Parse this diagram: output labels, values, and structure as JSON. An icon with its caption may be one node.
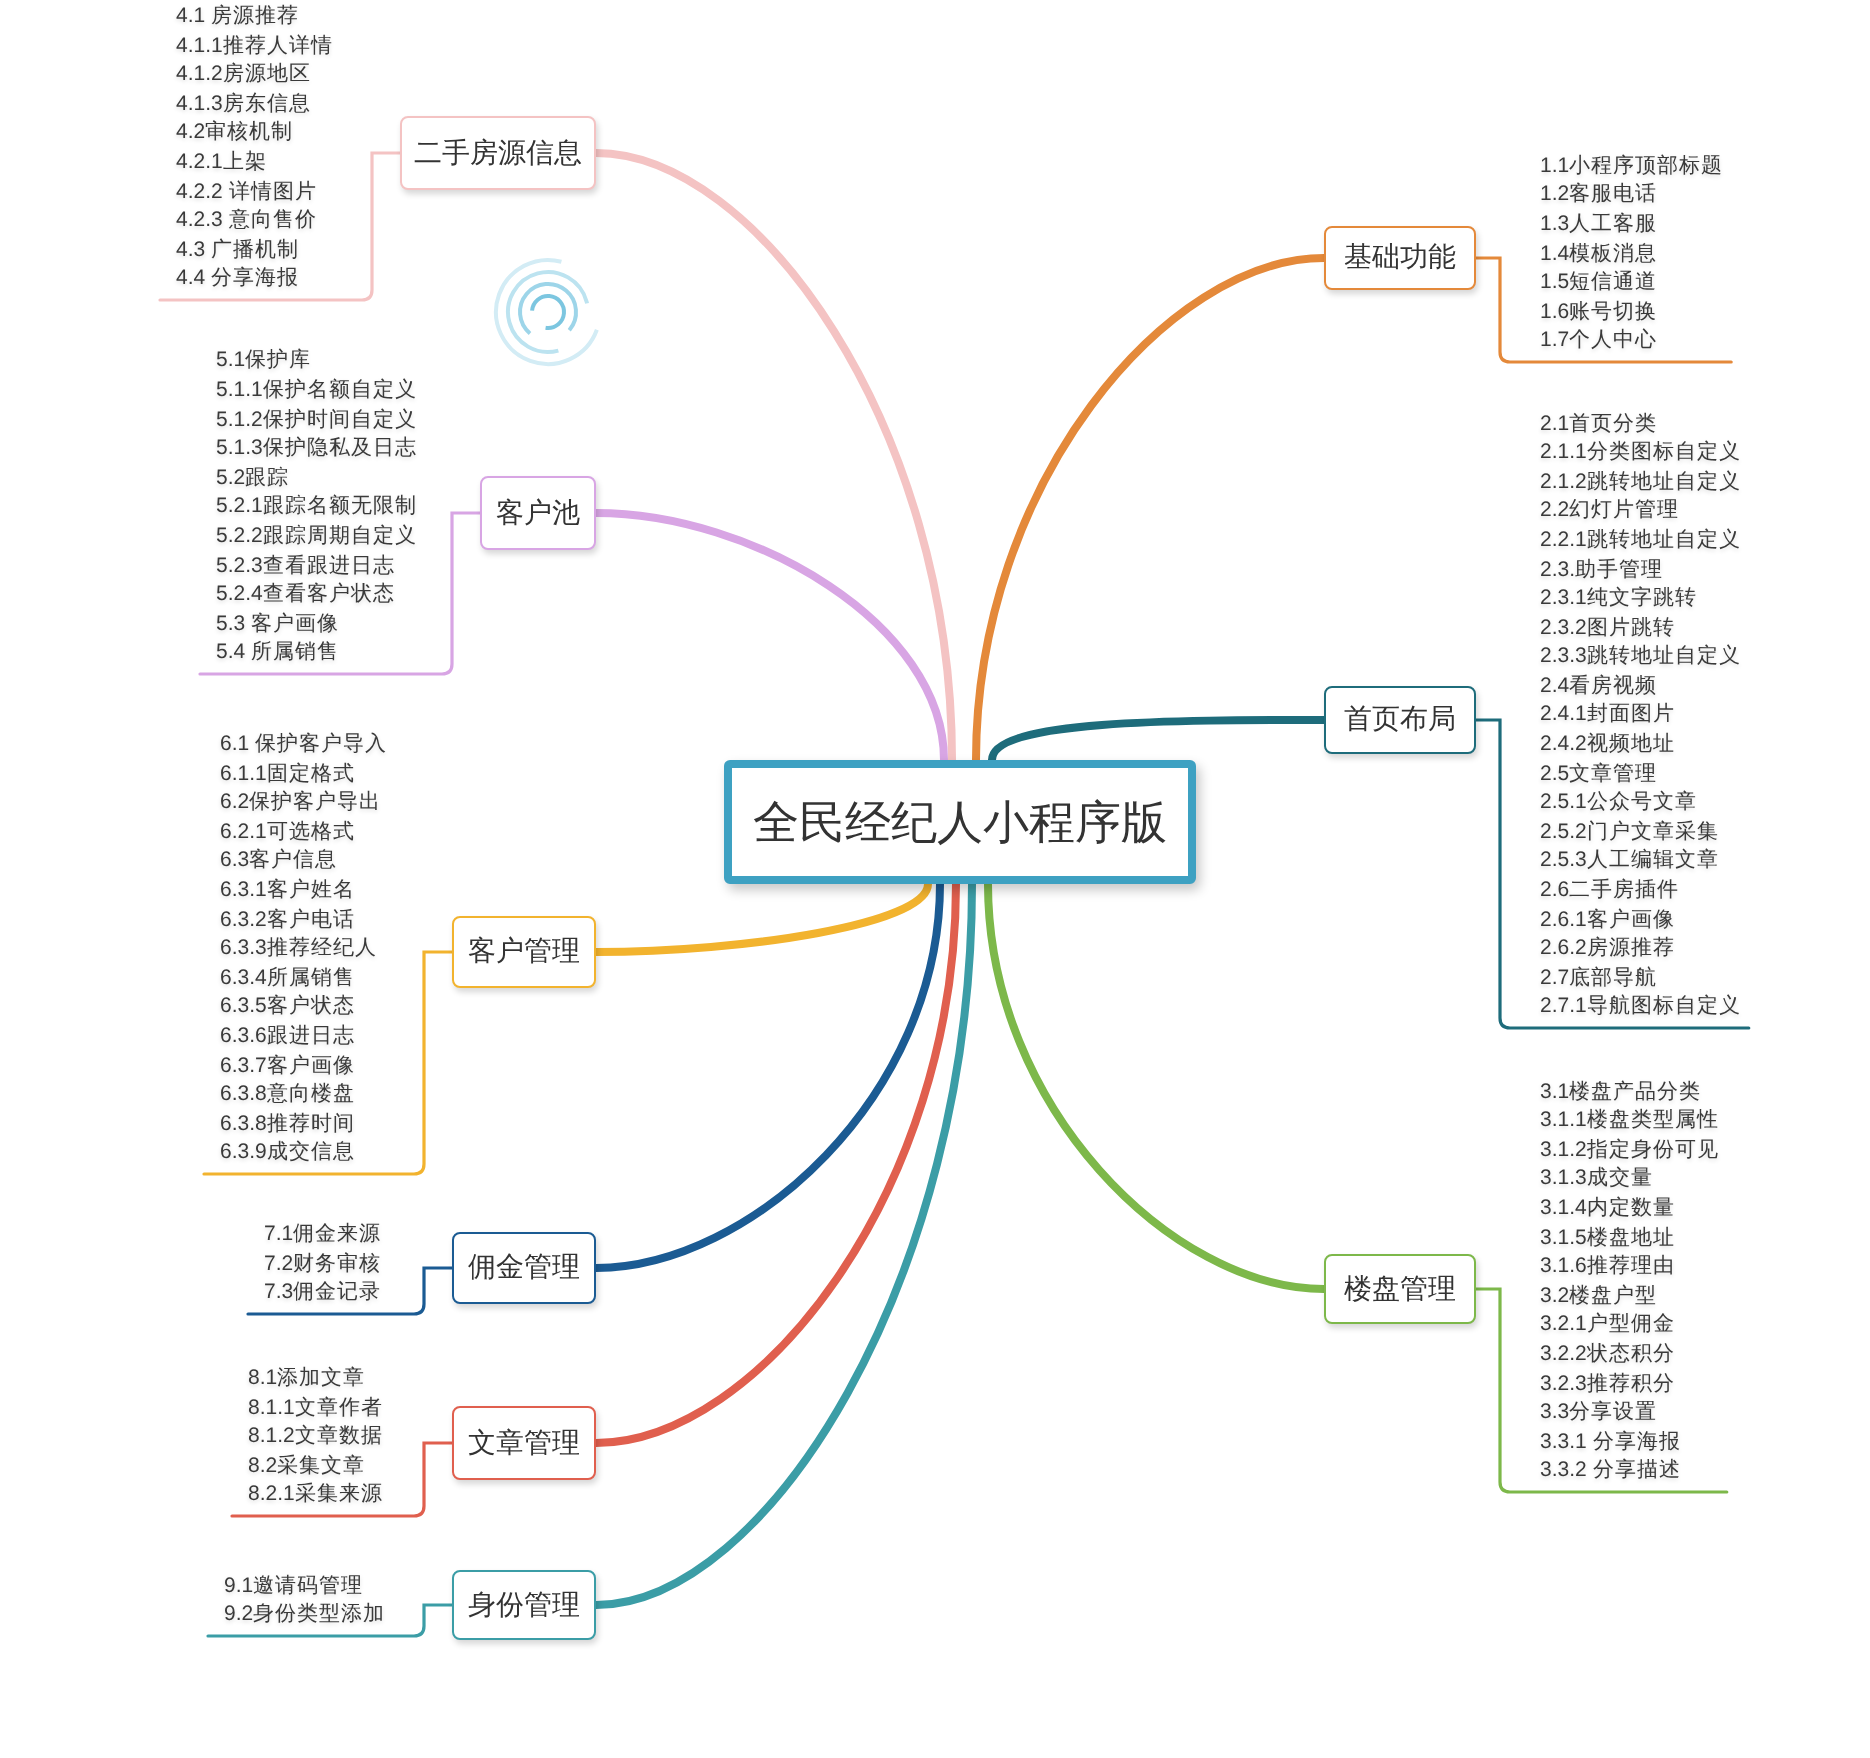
{
  "diagram": {
    "nodes": [
      {
        "text": [
          "全民经纪人小程序版"
        ]
      },
      {
        "text": [
          "基础功能"
        ]
      },
      {
        "text": [
          "1.1小程序顶部标题",
          "1.2客服电话",
          "1.3人工客服",
          "1.4模板消息",
          "1.5短信通道",
          "1.6账号切换",
          "1.7个人中心"
        ]
      },
      {
        "text": [
          "首页布局"
        ]
      },
      {
        "text": [
          "2.1首页分类",
          "2.1.1分类图标自定义",
          "2.1.2跳转地址自定义",
          "2.2幻灯片管理",
          "2.2.1跳转地址自定义",
          "2.3.助手管理",
          "2.3.1纯文字跳转",
          "2.3.2图片跳转",
          "2.3.3跳转地址自定义",
          "2.4看房视频",
          "2.4.1封面图片",
          "2.4.2视频地址",
          "2.5文章管理",
          "2.5.1公众号文章",
          "2.5.2门户文章采集",
          "2.5.3人工编辑文章",
          "2.6二手房插件",
          "2.6.1客户画像",
          "2.6.2房源推荐",
          "2.7底部导航",
          "2.7.1导航图标自定义"
        ]
      },
      {
        "text": [
          "楼盘管理"
        ]
      },
      {
        "text": [
          "3.1楼盘产品分类",
          "3.1.1楼盘类型属性",
          "3.1.2指定身份可见",
          "3.1.3成交量",
          "3.1.4内定数量",
          "3.1.5楼盘地址",
          "3.1.6推荐理由",
          "3.2楼盘户型",
          "3.2.1户型佣金",
          "3.2.2状态积分",
          "3.2.3推荐积分",
          "3.3分享设置",
          "3.3.1 分享海报",
          "3.3.2 分享描述"
        ]
      },
      {
        "text": [
          "二手房源信息"
        ]
      },
      {
        "text": [
          "4.1 房源推荐",
          "4.1.1推荐人详情",
          "4.1.2房源地区",
          "4.1.3房东信息",
          "4.2审核机制",
          "4.2.1上架",
          "4.2.2 详情图片",
          "4.2.3 意向售价",
          "4.3 广播机制",
          "4.4 分享海报"
        ]
      },
      {
        "text": [
          "客户池"
        ]
      },
      {
        "text": [
          "5.1保护库",
          "5.1.1保护名额自定义",
          "5.1.2保护时间自定义",
          "5.1.3保护隐私及日志",
          "5.2跟踪",
          "5.2.1跟踪名额无限制",
          "5.2.2跟踪周期自定义",
          "5.2.3查看跟进日志",
          "5.2.4查看客户状态",
          "5.3 客户画像",
          "5.4 所属销售"
        ]
      },
      {
        "text": [
          "客户管理"
        ]
      },
      {
        "text": [
          "6.1 保护客户导入",
          "6.1.1固定格式",
          "6.2保护客户导出",
          "6.2.1可选格式",
          "6.3客户信息",
          "6.3.1客户姓名",
          "6.3.2客户电话",
          "6.3.3推荐经纪人",
          "6.3.4所属销售",
          "6.3.5客户状态",
          "6.3.6跟进日志",
          "6.3.7客户画像",
          "6.3.8意向楼盘",
          "6.3.8推荐时间",
          "6.3.9成交信息"
        ]
      },
      {
        "text": [
          "佣金管理"
        ]
      },
      {
        "text": [
          "7.1佣金来源",
          "7.2财务审核",
          "7.3佣金记录"
        ]
      },
      {
        "text": [
          "文章管理"
        ]
      },
      {
        "text": [
          "8.1添加文章",
          "8.1.1文章作者",
          "8.1.2文章数据",
          "8.2采集文章",
          "8.2.1采集来源"
        ]
      },
      {
        "text": [
          "身份管理"
        ]
      },
      {
        "text": [
          "9.1邀请码管理",
          "9.2身份类型添加"
        ]
      }
    ],
    "edges": [
      {
        "from": 0,
        "to": 1,
        "arrow": "none",
        "style": "thick",
        "color": "#e4893a"
      },
      {
        "from": 1,
        "to": 2,
        "arrow": "none",
        "color": "#e4893a"
      },
      {
        "from": 0,
        "to": 3,
        "arrow": "none",
        "style": "thick",
        "color": "#1e6c7b"
      },
      {
        "from": 3,
        "to": 4,
        "arrow": "none",
        "color": "#1e6c7b"
      },
      {
        "from": 0,
        "to": 5,
        "arrow": "none",
        "style": "thick",
        "color": "#7db84a"
      },
      {
        "from": 5,
        "to": 6,
        "arrow": "none",
        "color": "#7db84a"
      },
      {
        "from": 0,
        "to": 7,
        "arrow": "none",
        "style": "thick",
        "color": "#f4c3c3"
      },
      {
        "from": 7,
        "to": 8,
        "arrow": "none",
        "color": "#f4c3c3"
      },
      {
        "from": 0,
        "to": 9,
        "arrow": "none",
        "style": "thick",
        "color": "#d8a5e4"
      },
      {
        "from": 9,
        "to": 10,
        "arrow": "none",
        "color": "#d8a5e4"
      },
      {
        "from": 0,
        "to": 11,
        "arrow": "none",
        "style": "thick",
        "color": "#f2b32e"
      },
      {
        "from": 11,
        "to": 12,
        "arrow": "none",
        "color": "#f2b32e"
      },
      {
        "from": 0,
        "to": 13,
        "arrow": "none",
        "style": "thick",
        "color": "#1b5b93"
      },
      {
        "from": 13,
        "to": 14,
        "arrow": "none",
        "color": "#1b5b93"
      },
      {
        "from": 0,
        "to": 15,
        "arrow": "none",
        "style": "thick",
        "color": "#e05f4e"
      },
      {
        "from": 15,
        "to": 16,
        "arrow": "none",
        "color": "#e05f4e"
      },
      {
        "from": 0,
        "to": 17,
        "arrow": "none",
        "style": "thick",
        "color": "#3b9da6"
      },
      {
        "from": 17,
        "to": 18,
        "arrow": "none",
        "color": "#3b9da6"
      }
    ]
  }
}
